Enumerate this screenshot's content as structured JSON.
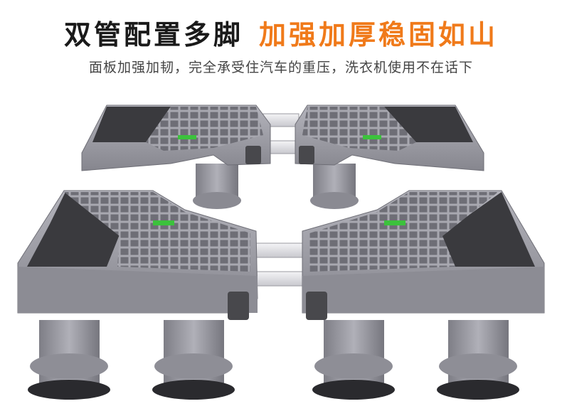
{
  "headline": {
    "dark_text": "双管配置多脚",
    "accent_text": "加强加厚稳固如山",
    "dark_color": "#1a1a1a",
    "accent_color": "#f07a1a"
  },
  "subheadline": "面板加强加韧，完全承受住汽车的重压，洗衣机使用不在话下",
  "product": {
    "name_icon": "washing-machine-base-stand-illustration",
    "body_color": "#9a9aa2",
    "pad_color": "#3a3a3e",
    "level_color": "#3cc23c"
  }
}
